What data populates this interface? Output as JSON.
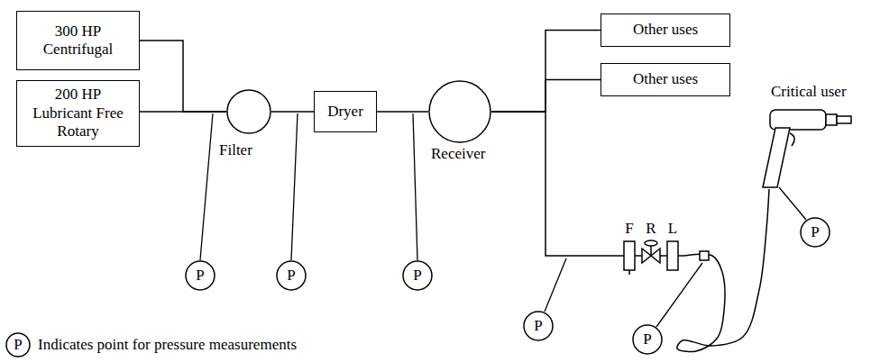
{
  "diagram": {
    "nodes": [
      {
        "text": [
          "300 HP Centrifugal"
        ]
      },
      {
        "text": [
          "200 HP Lubricant Free Rotary"
        ]
      },
      {
        "text": [
          "Filter"
        ]
      },
      {
        "text": [
          "Dryer"
        ]
      },
      {
        "text": [
          "Receiver"
        ]
      },
      {
        "text": [
          "Other uses"
        ]
      },
      {
        "text": [
          "Other uses"
        ]
      },
      {
        "text": [
          "F",
          "R",
          "L"
        ]
      },
      {
        "text": [
          "Critical user"
        ]
      },
      {
        "text": [
          "P"
        ]
      },
      {
        "text": [
          "P"
        ]
      },
      {
        "text": [
          "P"
        ]
      },
      {
        "text": [
          "P"
        ]
      },
      {
        "text": [
          "P"
        ]
      },
      {
        "text": [
          "P"
        ]
      }
    ],
    "edges": [
      {
        "from": 0,
        "to": 2,
        "arrow": "none"
      },
      {
        "from": 1,
        "to": 2,
        "arrow": "none"
      },
      {
        "from": 2,
        "to": 3,
        "arrow": "none"
      },
      {
        "from": 3,
        "to": 4,
        "arrow": "none"
      },
      {
        "from": 4,
        "to": 5,
        "arrow": "none"
      },
      {
        "from": 4,
        "to": 6,
        "arrow": "none"
      },
      {
        "from": 4,
        "to": 7,
        "arrow": "none"
      },
      {
        "from": 7,
        "to": 8,
        "arrow": "none"
      }
    ],
    "labels": [
      "P"
    ],
    "legend": [
      {
        "text": "Indicates point for pressure measurements"
      }
    ]
  }
}
